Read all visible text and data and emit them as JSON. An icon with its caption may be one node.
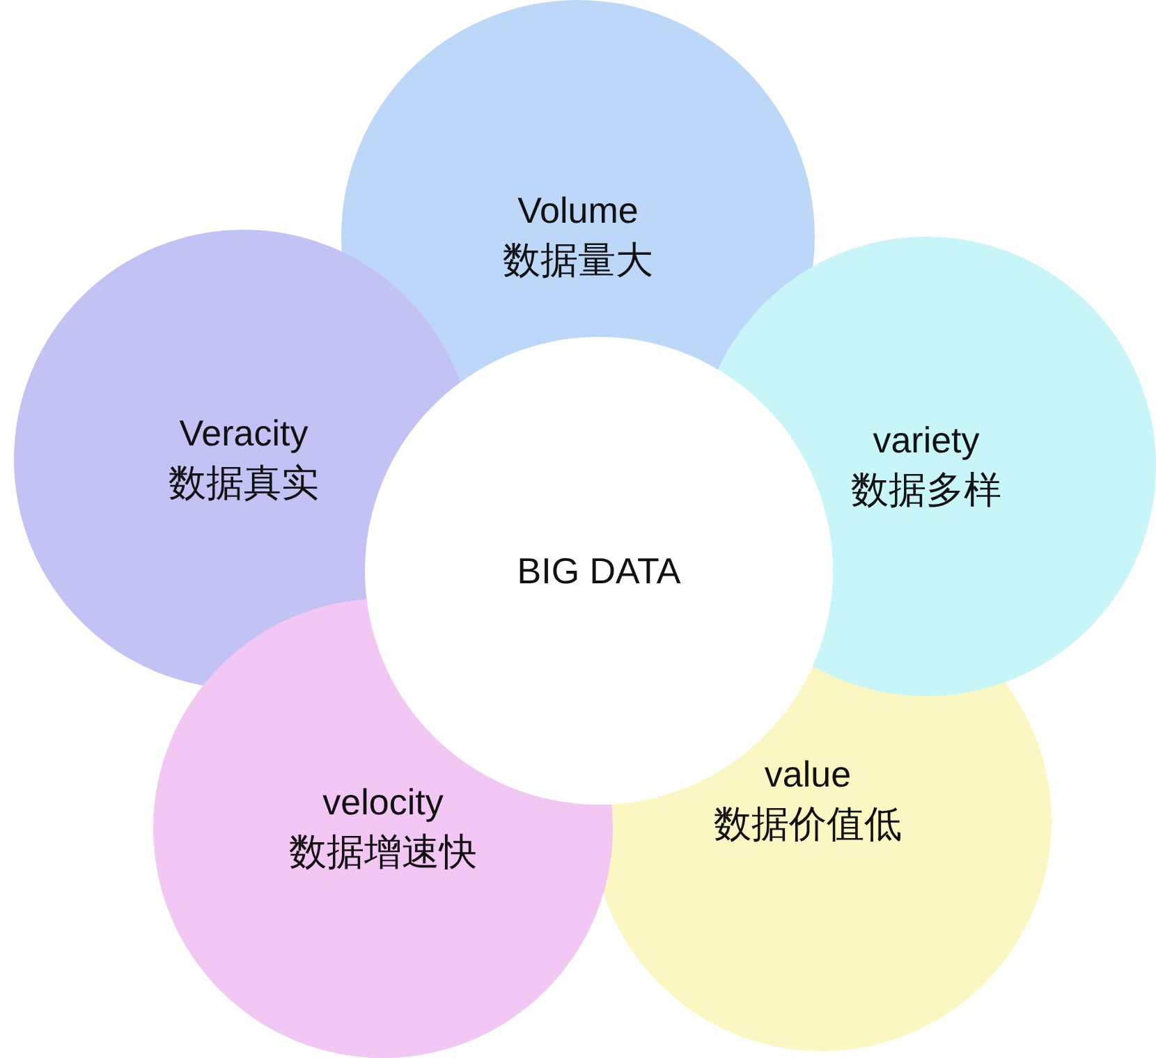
{
  "diagram": {
    "nodes": [
      {
        "text": [
          "Volume",
          "数据量大"
        ]
      },
      {
        "text": [
          "Veracity",
          "数据真实"
        ]
      },
      {
        "text": [
          "variety",
          "数据多样"
        ]
      },
      {
        "text": [
          "BIG DATA"
        ]
      },
      {
        "text": [
          "value",
          "数据价值低"
        ]
      },
      {
        "text": [
          "velocity",
          "数据增速快"
        ]
      }
    ]
  }
}
